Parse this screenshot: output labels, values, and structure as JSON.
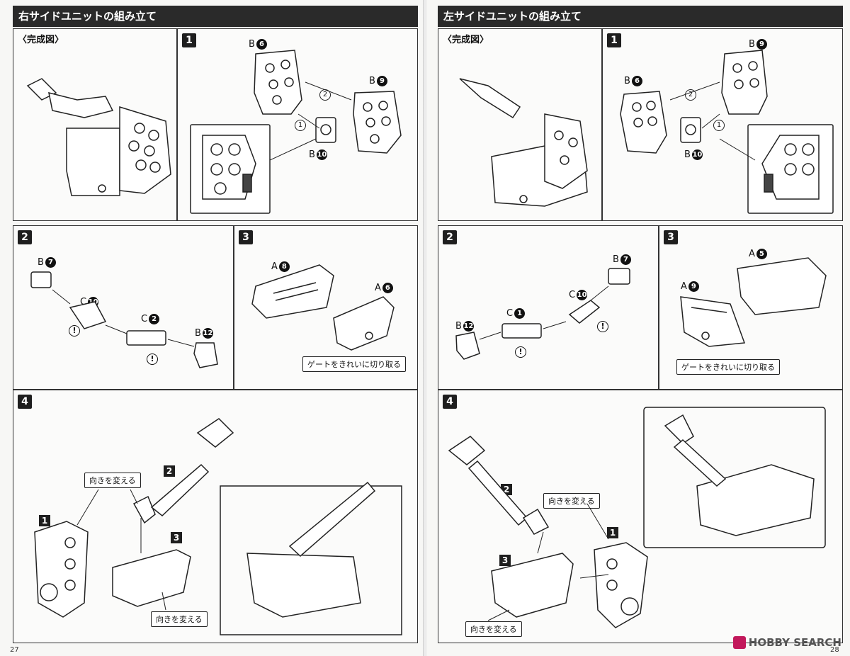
{
  "left": {
    "title": "右サイドユニットの組み立て",
    "completed_label": "〈完成図〉",
    "step1": {
      "num": "1",
      "b6": "B",
      "b6n": "6",
      "b9": "B",
      "b9n": "9",
      "b10": "B",
      "b10n": "10",
      "s1": "1",
      "s2": "2"
    },
    "step2": {
      "num": "2",
      "b7": "B",
      "b7n": "7",
      "c10": "C",
      "c10n": "10",
      "c2": "C",
      "c2n": "2",
      "b12": "B",
      "b12n": "12",
      "warn": "!"
    },
    "step3": {
      "num": "3",
      "a8": "A",
      "a8n": "8",
      "a6": "A",
      "a6n": "6",
      "callout": "ゲートをきれいに切り取る"
    },
    "step4": {
      "num": "4",
      "sub1": "1",
      "sub2": "2",
      "sub3": "3",
      "callout_top": "向きを変える",
      "callout_bottom": "向きを変える"
    },
    "page_number": "27"
  },
  "right": {
    "title": "左サイドユニットの組み立て",
    "completed_label": "〈完成図〉",
    "step1": {
      "num": "1",
      "b9": "B",
      "b9n": "9",
      "b6": "B",
      "b6n": "6",
      "b10": "B",
      "b10n": "10",
      "s1": "1",
      "s2": "2"
    },
    "step2": {
      "num": "2",
      "b7": "B",
      "b7n": "7",
      "c10": "C",
      "c10n": "10",
      "c1": "C",
      "c1n": "1",
      "b12": "B",
      "b12n": "12",
      "warn": "!"
    },
    "step3": {
      "num": "3",
      "a5": "A",
      "a5n": "5",
      "a9": "A",
      "a9n": "9",
      "callout": "ゲートをきれいに切り取る"
    },
    "step4": {
      "num": "4",
      "sub1": "1",
      "sub2": "2",
      "sub3": "3",
      "callout_top": "向きを変える",
      "callout_bottom": "向きを変える"
    },
    "page_number": "28"
  },
  "watermark": "HOBBY SEARCH"
}
